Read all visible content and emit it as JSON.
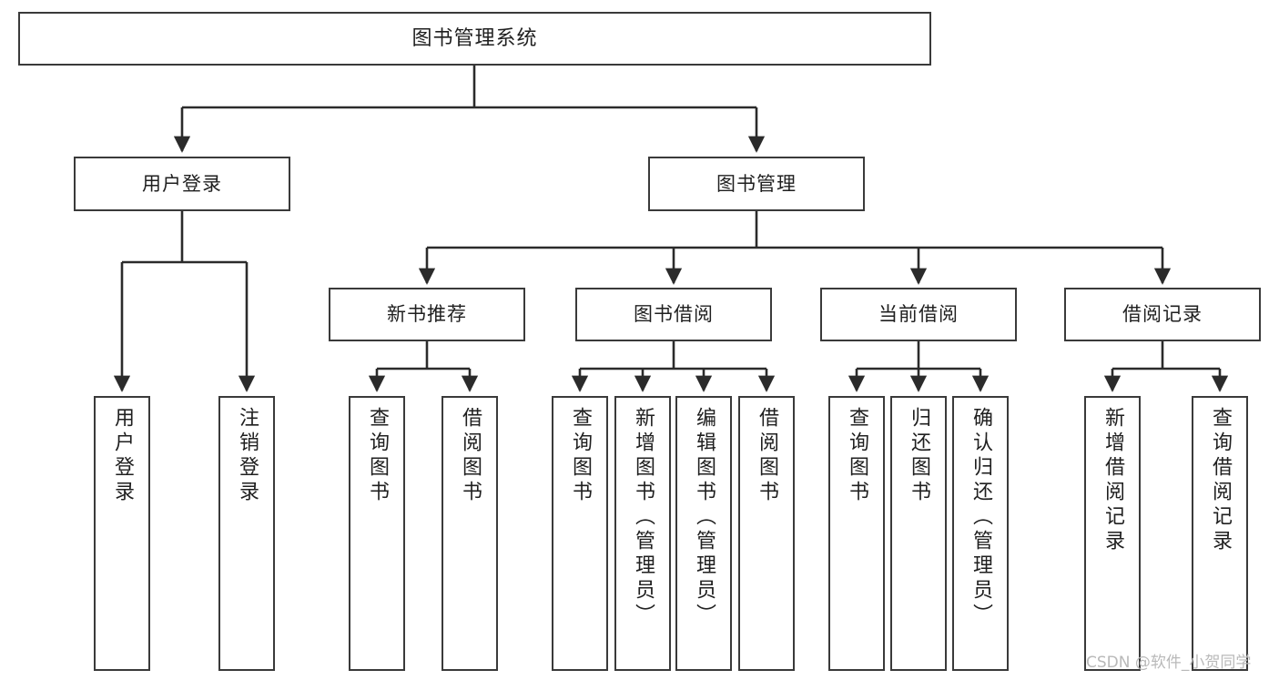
{
  "diagram": {
    "type": "tree",
    "title": "图书管理系统",
    "orientation": "top-down",
    "colors": {
      "box_border": "#3a3a3a",
      "box_fill": "#ffffff",
      "edge": "#2b2b2b",
      "text": "#1f1f1f",
      "watermark": "#b9b9b9",
      "background": "#ffffff"
    },
    "root": {
      "label": "图书管理系统"
    },
    "level2": [
      {
        "label": "用户登录"
      },
      {
        "label": "图书管理"
      }
    ],
    "level3": [
      {
        "label": "新书推荐"
      },
      {
        "label": "图书借阅"
      },
      {
        "label": "当前借阅"
      },
      {
        "label": "借阅记录"
      }
    ],
    "leaves": {
      "user_login": [
        {
          "label": "用户登录"
        },
        {
          "label": "注销登录"
        }
      ],
      "new_book_recommend": [
        {
          "label": "查询图书"
        },
        {
          "label": "借阅图书"
        }
      ],
      "book_borrow": [
        {
          "label": "查询图书"
        },
        {
          "label": "新增图书（管理员）"
        },
        {
          "label": "编辑图书（管理员）"
        },
        {
          "label": "借阅图书"
        }
      ],
      "current_borrow": [
        {
          "label": "查询图书"
        },
        {
          "label": "归还图书"
        },
        {
          "label": "确认归还（管理员）"
        }
      ],
      "borrow_record": [
        {
          "label": "新增借阅记录"
        },
        {
          "label": "查询借阅记录"
        }
      ]
    }
  },
  "watermark": {
    "text": "CSDN @软件_小贺同学"
  }
}
